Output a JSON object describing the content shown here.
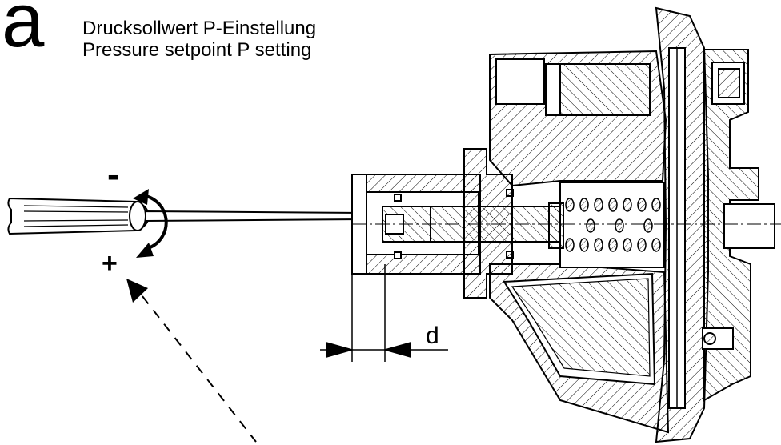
{
  "figure": {
    "letter": "a",
    "title_de": "Drucksollwert P-Einstellung",
    "title_en": "Pressure setpoint P setting"
  },
  "labels": {
    "minus": "-",
    "plus": "+",
    "dimension": "d"
  },
  "colors": {
    "ink": "#000000",
    "paper": "#ffffff"
  }
}
